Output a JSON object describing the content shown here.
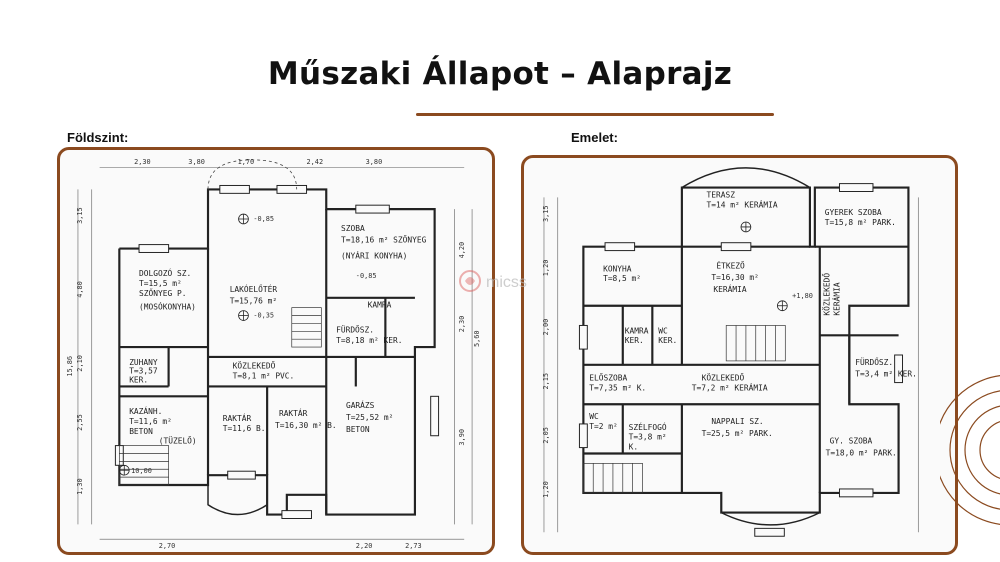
{
  "header": {
    "title": "Műszaki Állapot – Alaprajz"
  },
  "panels": {
    "ground": {
      "label": "Földszint:",
      "rooms": {
        "dolgozo": [
          "DOLGOZÓ SZ.",
          "T=15,5 m²",
          "SZŐNYEG P.",
          "(MOSÓKONYHA)"
        ],
        "lakoelőter": [
          "LAKÓELŐTÉR",
          "T=15,76 m²"
        ],
        "szoba": [
          "SZOBA",
          "T=18,16 m² SZŐNYEG",
          "(NYÁRI KONYHA)"
        ],
        "kamra": [
          "KAMRA"
        ],
        "furdo": [
          "FÜRDŐSZ.",
          "T=8,18 m² KER."
        ],
        "wc": [
          "ZUHANY",
          "T=3,57",
          "KER."
        ],
        "kozlekedo": [
          "KÖZLEKEDŐ",
          "T=8,1 m² PVC."
        ],
        "kazan": [
          "KAZÁNH.",
          "T=11,6 m²",
          "BETON",
          "(TÜZELŐ)"
        ],
        "raktar1": [
          "RAKTÁR",
          "T=11,6 B."
        ],
        "raktar2": [
          "RAKTÁR",
          "T=16,30 m² B."
        ],
        "garazs": [
          "GARÁZS",
          "T=25,52 m²",
          "BETON"
        ]
      },
      "dims_top": [
        "2,30",
        "3,80",
        "1,70",
        "2,42",
        "3,80"
      ],
      "dims_bottom": [
        "2,70",
        "2,20",
        "2,73"
      ],
      "dims_left": [
        "3,15",
        "4,80",
        "2,10",
        "2,55",
        "1,30"
      ],
      "dims_right": [
        "4,20",
        "2,30",
        "3,90",
        "5,60"
      ],
      "total_left": "15,86",
      "annotations": [
        "-0,85",
        "-0,35",
        "-0,85",
        "10,00"
      ]
    },
    "upper": {
      "label": "Emelet:",
      "rooms": {
        "terasz": [
          "TERASZ",
          "T=14 m² KERÁMIA"
        ],
        "gyerek": [
          "GYEREK SZOBA",
          "T=15,8 m² PARK."
        ],
        "konyha": [
          "KONYHA",
          "T=8,5 m²"
        ],
        "etkezo": [
          "ÉTKEZŐ",
          "T=16,30 m²",
          "KERÁMIA"
        ],
        "kamra": [
          "KAMRA",
          "KER."
        ],
        "wc": [
          "WC",
          "KER."
        ],
        "eloszoba": [
          "ELŐSZOBA",
          "T=7,35 m² K."
        ],
        "kozlekedo": [
          "KÖZLEKEDŐ",
          "T=7,2 m² KERÁMIA"
        ],
        "kozlekedo2": [
          "KÖZLEKEDŐ",
          "KERÁMIA"
        ],
        "furdo": [
          "FÜRDŐSZ.",
          "T=3,4 m² KER."
        ],
        "wc2": [
          "WC",
          "T=2 m²"
        ],
        "szelfoglalo": [
          "SZÉLFOGÓ",
          "T=3,8 m²",
          "K."
        ],
        "nappali": [
          "NAPPALI SZ.",
          "T=25,5 m² PARK."
        ],
        "gyszoba": [
          "GY. SZOBA",
          "T=18,0 m² PARK."
        ]
      },
      "dims_left": [
        "3,15",
        "1,20",
        "2,00",
        "2,15",
        "2,05",
        "1,20"
      ],
      "annotations": [
        "+1,80"
      ]
    }
  },
  "watermark": {
    "text": "micss"
  },
  "colors": {
    "accent": "#8b4a1f",
    "ink": "#222222",
    "paper": "#fafafa"
  }
}
